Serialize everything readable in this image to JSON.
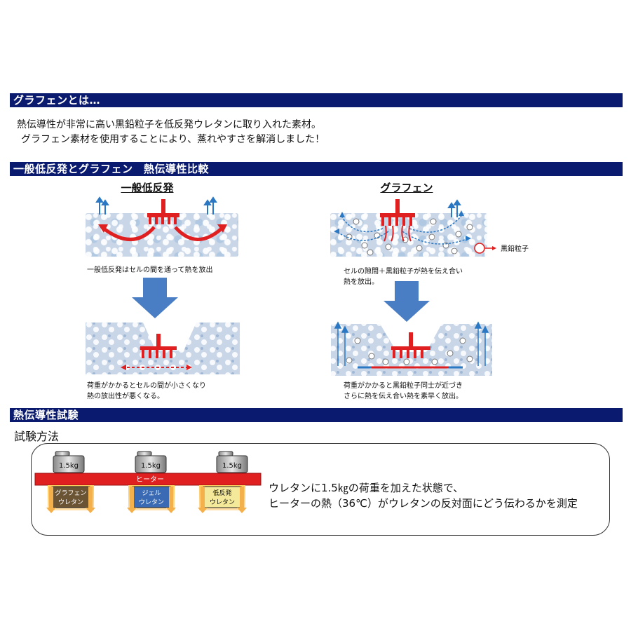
{
  "sections": {
    "about_title": "グラフェンとは…",
    "comparison_title": "一般低反発とグラフェン　熱伝導性比較",
    "test_title": "熱伝導性試験"
  },
  "intro": {
    "line1": "熱伝導性が非常に高い黒鉛粒子を低反発ウレタンに取り入れた素材。",
    "line2": "グラフェン素材を使用することにより、蒸れやすさを解消しました！"
  },
  "comparison": {
    "left_title": "一般低反発",
    "right_title": "グラフェン",
    "graphite_label": "黒鉛粒子",
    "left_caption_top": "一般低反発はセルの間を通って熱を放出",
    "left_caption_bottom_1": "荷重がかかるとセルの間が小さくなり",
    "left_caption_bottom_2": "熱の放出性が悪くなる。",
    "right_caption_top_1": "セルの隙間＋黒鉛粒子が熱を伝え合い",
    "right_caption_top_2": "熱を放出。",
    "right_caption_bottom_1": "荷重がかかると黒鉛粒子同士が近づき",
    "right_caption_bottom_2": "さらに熱を伝え合い熱を素早く放出。"
  },
  "test": {
    "method_title": "試験方法",
    "weight_label": "1.5kg",
    "heater_label": "ヒーター",
    "sample1": [
      "グラフェン",
      "ウレタン"
    ],
    "sample2": [
      "ジェル",
      "ウレタン"
    ],
    "sample3": [
      "低反発",
      "ウレタン"
    ],
    "description_1": "ウレタンに1.5㎏の荷重を加えた状態で、",
    "description_2": "ヒーターの熱（36℃）がウレタンの反対面にどう伝わるかを測定"
  },
  "colors": {
    "section_bar": "#0a1a6e",
    "heater_red": "#e02020",
    "flow_arrow": "#2a78c4",
    "down_arrow": "#4a7ec4"
  }
}
